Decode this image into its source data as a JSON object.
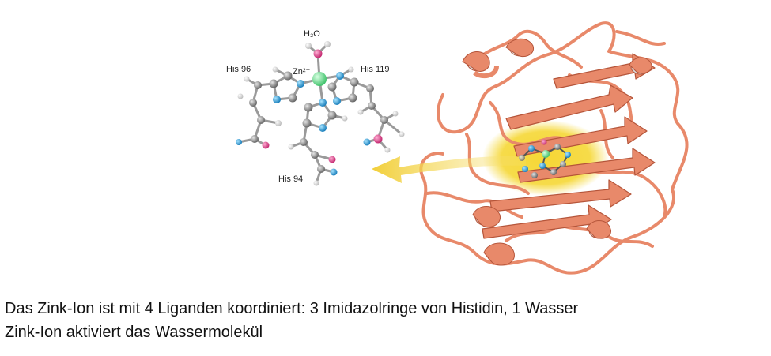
{
  "figure": {
    "labels": {
      "water": "H₂O",
      "zinc": "Zn²⁺",
      "his96": "His 96",
      "his119": "His 119",
      "his94": "His 94"
    },
    "colors": {
      "protein_ribbon": "#e8896a",
      "protein_outline": "#b5553a",
      "helix_inner": "#d9d9d9",
      "active_site_highlight": "#f2d22e",
      "arrow": "#f4d84c",
      "carbon": "#8a8a8a",
      "nitrogen": "#1e9fd6",
      "oxygen": "#e0408a",
      "hydrogen": "#f2f2f2",
      "zinc": "#66dd88"
    }
  },
  "caption": {
    "line1": "Das Zink-Ion ist mit 4 Liganden koordiniert: 3 Imidazolringe von Histidin, 1 Wasser",
    "line2": "Zink-Ion aktiviert das Wassermolekül"
  }
}
